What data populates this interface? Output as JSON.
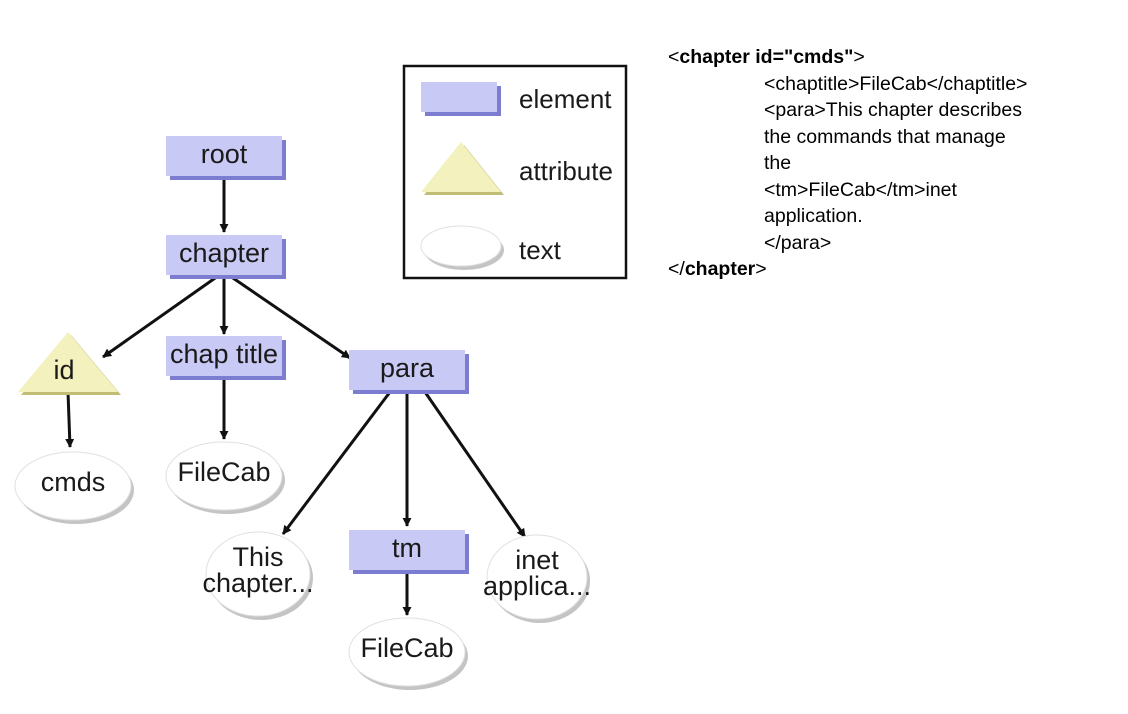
{
  "tree": {
    "nodes": [
      {
        "id": "root",
        "label": "root",
        "kind": "element"
      },
      {
        "id": "chapter",
        "label": "chapter",
        "kind": "element"
      },
      {
        "id": "id",
        "label": "id",
        "kind": "attribute"
      },
      {
        "id": "chaptitle",
        "label": "chap title",
        "kind": "element"
      },
      {
        "id": "para",
        "label": "para",
        "kind": "element"
      },
      {
        "id": "cmds",
        "label": "cmds",
        "kind": "text"
      },
      {
        "id": "filecab1",
        "label": "FileCab",
        "kind": "text"
      },
      {
        "id": "thischapter",
        "label": [
          "This",
          "chapter..."
        ],
        "kind": "text"
      },
      {
        "id": "tm",
        "label": "tm",
        "kind": "element"
      },
      {
        "id": "inet",
        "label": [
          "inet",
          "applica..."
        ],
        "kind": "text"
      },
      {
        "id": "filecab2",
        "label": "FileCab",
        "kind": "text"
      }
    ],
    "edges": [
      [
        "root",
        "chapter"
      ],
      [
        "chapter",
        "id"
      ],
      [
        "chapter",
        "chaptitle"
      ],
      [
        "chapter",
        "para"
      ],
      [
        "id",
        "cmds"
      ],
      [
        "chaptitle",
        "filecab1"
      ],
      [
        "para",
        "thischapter"
      ],
      [
        "para",
        "tm"
      ],
      [
        "para",
        "inet"
      ],
      [
        "tm",
        "filecab2"
      ]
    ]
  },
  "legend": {
    "element_label": "element",
    "attribute_label": "attribute",
    "text_label": "text"
  },
  "colors": {
    "element_fill": "#c9c9f5",
    "element_shadow": "#7c7cd0",
    "attribute_fill": "#f3f1bd",
    "attribute_shadow": "#c2bd74",
    "text_fill": "#ffffff",
    "text_shadow": "#c4c4c4",
    "line": "#111111"
  },
  "code": {
    "lines": [
      {
        "parts": [
          {
            "t": "<",
            "b": false
          },
          {
            "t": "chapter id=\"cmds\"",
            "b": true
          },
          {
            "t": ">",
            "b": false
          }
        ],
        "indent": false
      },
      {
        "parts": [
          {
            "t": "<chaptitle>FileCab</chaptitle>",
            "b": false
          }
        ],
        "indent": true
      },
      {
        "parts": [
          {
            "t": "<para>This chapter describes",
            "b": false
          }
        ],
        "indent": true
      },
      {
        "parts": [
          {
            "t": "the commands that manage",
            "b": false
          }
        ],
        "indent": true
      },
      {
        "parts": [
          {
            "t": "the",
            "b": false
          }
        ],
        "indent": true
      },
      {
        "parts": [
          {
            "t": "<tm>FileCab</tm>inet",
            "b": false
          }
        ],
        "indent": true
      },
      {
        "parts": [
          {
            "t": "application.",
            "b": false
          }
        ],
        "indent": true
      },
      {
        "parts": [
          {
            "t": "</para>",
            "b": false
          }
        ],
        "indent": true
      },
      {
        "parts": [
          {
            "t": "</",
            "b": false
          },
          {
            "t": "chapter",
            "b": true
          },
          {
            "t": ">",
            "b": false
          }
        ],
        "indent": false
      }
    ]
  }
}
